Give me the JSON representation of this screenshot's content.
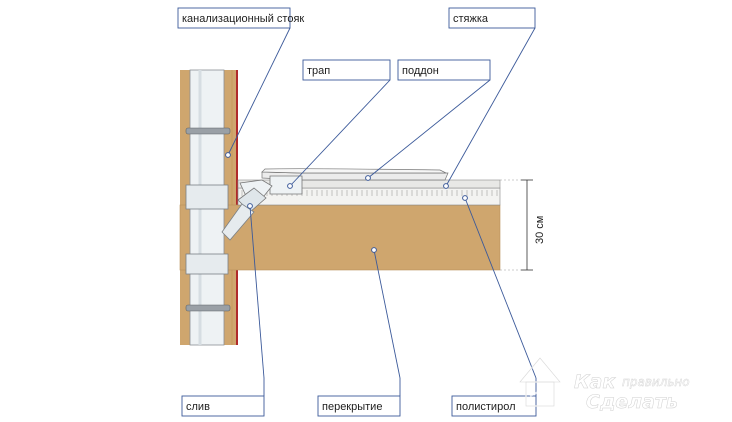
{
  "labels": {
    "riser": "канализационный стояк",
    "screed": "стяжка",
    "trap": "трап",
    "tray": "поддон",
    "drain": "слив",
    "slab": "перекрытие",
    "polystyrene": "полистирол"
  },
  "dimension": "30 см",
  "watermark": {
    "line1_a": "Как",
    "line1_b": "правильно",
    "line2": "Сделать"
  },
  "colors": {
    "slab": "#cfa66e",
    "wall_edge": "#b02a2a",
    "pipe": "#eef2f4",
    "leader": "#3c5a9a",
    "label_border": "#3c5a9a"
  }
}
